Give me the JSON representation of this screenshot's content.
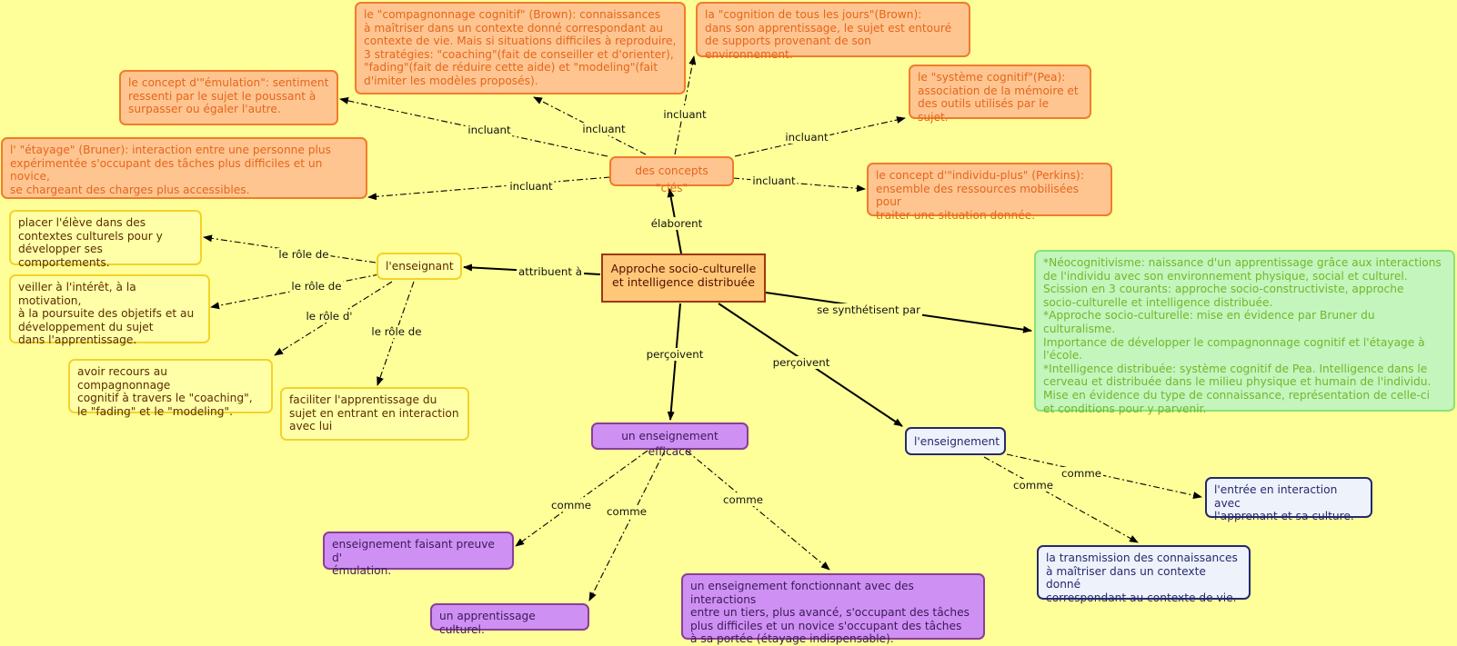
{
  "nodes": {
    "main": "Approche socio-culturelle\net intelligence distribuée",
    "concepts": "des concepts \"clés\"",
    "compagnonnage": "le \"compagnonnage cognitif\" (Brown): connaissances\nà maîtriser dans un contexte donné correspondant au\ncontexte de vie. Mais si situations difficiles à reproduire,\n3 stratégies: \"coaching\"(fait de conseiller et d'orienter),\n\"fading\"(fait de réduire cette aide) et \"modeling\"(fait\nd'imiter les modèles proposés).",
    "cognition": "la \"cognition de tous les jours\"(Brown):\ndans son apprentissage, le sujet est entouré\nde supports provenant de son environnement.",
    "emulation": "le concept d'\"émulation\": sentiment\nressenti par le sujet le poussant à\nsurpasser ou égaler l'autre.",
    "systeme": "le \"système cognitif\"(Pea):\nassociation de la mémoire et\ndes outils utilisés par le sujet.",
    "etayage": "l' \"étayage\" (Bruner): interaction entre une personne plus\nexpérimentée s'occupant des tâches plus difficiles et un novice,\nse chargeant des charges plus accessibles.",
    "individu": "le concept d'\"individu-plus\" (Perkins):\nensemble des ressources mobilisées pour\ntraiter une situation donnée.",
    "placer": "placer l'élève dans des\ncontextes culturels pour y\ndévelopper ses comportements.",
    "enseignant": "l'enseignant",
    "veiller": "veiller à l'intérêt, à la motivation,\nà la poursuite des objetifs et au\ndéveloppement du sujet\ndans l'apprentissage.",
    "recours": "avoir recours au compagnonnage\ncognitif à travers le \"coaching\",\nle \"fading\" et le \"modeling\".",
    "faciliter": "faciliter l'apprentissage du\nsujet en entrant en interaction\navec lui",
    "synthese": "*Néocognitivisme: naissance d'un apprentissage grâce aux interactions\n   de l'individu avec son environnement physique, social et culturel.\n   Scission en 3 courants: approche socio-constructiviste, approche\n   socio-culturelle et intelligence distribuée.\n*Approche socio-culturelle: mise en évidence par Bruner du culturalisme.\n   Importance de développer le compagnonnage cognitif et l'étayage à\n   l'école.\n*Intelligence distribuée: système cognitif de Pea. Intelligence dans le\n   cerveau et distribuée dans le milieu physique et humain de l'individu.\n   Mise en évidence du type de connaissance, représentation de celle-ci\n   et conditions pour y parvenir.",
    "efficace": "un enseignement efficace",
    "enseignement": "l'enseignement",
    "faisant": "enseignement faisant preuve d'\némulation.",
    "culturel": "un apprentissage culturel.",
    "fonctionnant": "un enseignement fonctionnant avec des interactions\nentre un tiers, plus avancé, s'occupant des tâches\nplus difficiles et un novice s'occupant des tâches\nà sa portée (étayage indispensable).",
    "entree": "l'entrée en interaction avec\nl'apprenant et sa culture.",
    "transmission": "la transmission des connaissances\nà maîtriser dans un contexte donné\ncorrespondant au contexte de vie."
  },
  "labels": {
    "incluant": "incluant",
    "elaborent": "élaborent",
    "attribuent": "attribuent à",
    "synthetisent": "se synthétisent par",
    "percoivent": "perçoivent",
    "role_de": "le rôle de",
    "role_d": "le rôle d'",
    "comme": "comme"
  }
}
